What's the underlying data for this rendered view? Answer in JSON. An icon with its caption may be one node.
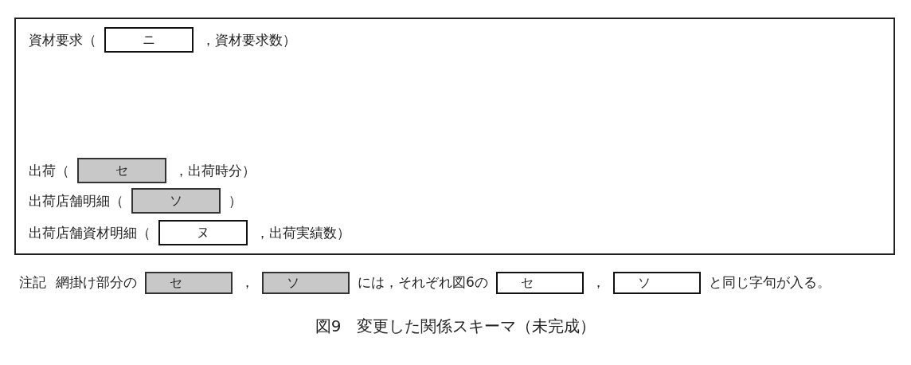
{
  "diagram": {
    "caption": "図9　変更した関係スキーマ（未完成）",
    "nodes": [
      {
        "text": [],
        "shape": "box"
      },
      {
        "text": [
          "ニ"
        ],
        "in": 0
      },
      {
        "text": [
          "セ"
        ],
        "in": 0
      },
      {
        "text": [
          "ソ"
        ],
        "in": 0
      },
      {
        "text": [
          "ヌ"
        ],
        "in": 0
      },
      {
        "text": [
          "セ"
        ]
      },
      {
        "text": [
          "ソ"
        ]
      },
      {
        "text": [
          "セ"
        ]
      },
      {
        "text": [
          "ソ"
        ]
      }
    ],
    "labels": [
      "資材要求（",
      "，資材要求数）",
      "出荷（",
      "，出荷時分）",
      "出荷店舗明細（",
      "）",
      "出荷店舗資材明細（",
      "，出荷実績数）",
      "注記",
      "網掛け部分の",
      "，",
      "には，それぞれ図6の",
      "，",
      "と同じ字句が入る。"
    ]
  }
}
